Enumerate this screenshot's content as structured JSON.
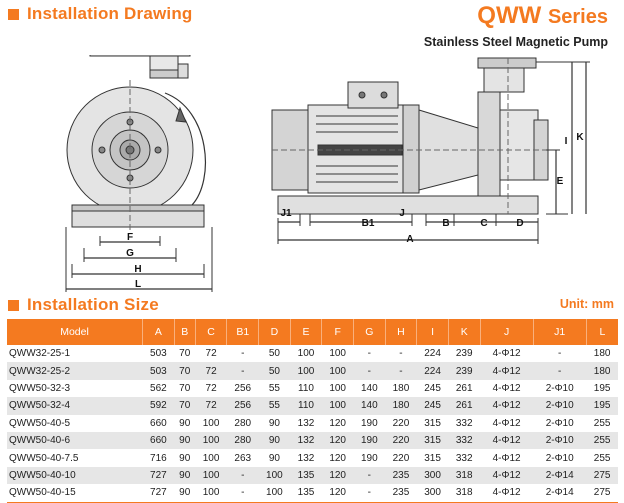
{
  "header": {
    "drawing_title": "Installation Drawing",
    "series_main": "QWW",
    "series_suffix": "Series",
    "subtitle": "Stainless Steel Magnetic Pump"
  },
  "size_section": {
    "title": "Installation Size",
    "unit": "Unit: mm"
  },
  "drawing_labels": {
    "front": [
      "F",
      "G",
      "H",
      "L"
    ],
    "side": [
      "J1",
      "B1",
      "J",
      "B",
      "C",
      "D",
      "A",
      "E",
      "I",
      "K"
    ]
  },
  "colors": {
    "accent": "#f47a20",
    "row_alt": "#e6e6e6"
  },
  "table": {
    "columns": [
      "Model",
      "A",
      "B",
      "C",
      "B1",
      "D",
      "E",
      "F",
      "G",
      "H",
      "I",
      "K",
      "J",
      "J1",
      "L"
    ],
    "rows": [
      [
        "QWW32-25-1",
        "503",
        "70",
        "72",
        "-",
        "50",
        "100",
        "100",
        "-",
        "-",
        "224",
        "239",
        "4-Φ12",
        "-",
        "180"
      ],
      [
        "QWW32-25-2",
        "503",
        "70",
        "72",
        "-",
        "50",
        "100",
        "100",
        "-",
        "-",
        "224",
        "239",
        "4-Φ12",
        "-",
        "180"
      ],
      [
        "QWW50-32-3",
        "562",
        "70",
        "72",
        "256",
        "55",
        "110",
        "100",
        "140",
        "180",
        "245",
        "261",
        "4-Φ12",
        "2-Φ10",
        "195"
      ],
      [
        "QWW50-32-4",
        "592",
        "70",
        "72",
        "256",
        "55",
        "110",
        "100",
        "140",
        "180",
        "245",
        "261",
        "4-Φ12",
        "2-Φ10",
        "195"
      ],
      [
        "QWW50-40-5",
        "660",
        "90",
        "100",
        "280",
        "90",
        "132",
        "120",
        "190",
        "220",
        "315",
        "332",
        "4-Φ12",
        "2-Φ10",
        "255"
      ],
      [
        "QWW50-40-6",
        "660",
        "90",
        "100",
        "280",
        "90",
        "132",
        "120",
        "190",
        "220",
        "315",
        "332",
        "4-Φ12",
        "2-Φ10",
        "255"
      ],
      [
        "QWW50-40-7.5",
        "716",
        "90",
        "100",
        "263",
        "90",
        "132",
        "120",
        "190",
        "220",
        "315",
        "332",
        "4-Φ12",
        "2-Φ10",
        "255"
      ],
      [
        "QWW50-40-10",
        "727",
        "90",
        "100",
        "-",
        "100",
        "135",
        "120",
        "-",
        "235",
        "300",
        "318",
        "4-Φ12",
        "2-Φ14",
        "275"
      ],
      [
        "QWW50-40-15",
        "727",
        "90",
        "100",
        "-",
        "100",
        "135",
        "120",
        "-",
        "235",
        "300",
        "318",
        "4-Φ12",
        "2-Φ14",
        "275"
      ]
    ]
  }
}
